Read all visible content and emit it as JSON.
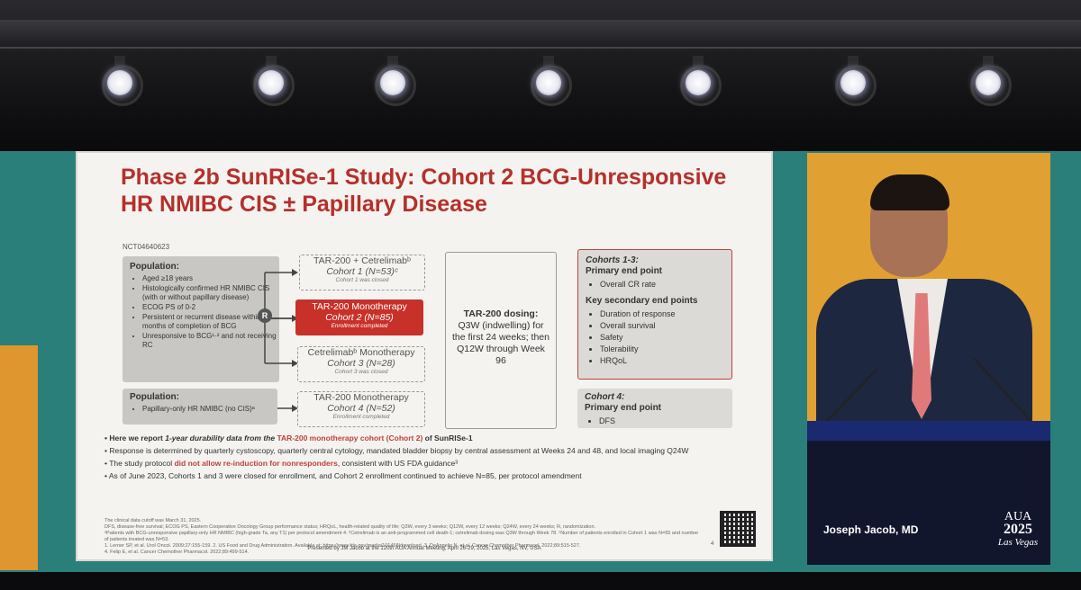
{
  "slide": {
    "title_line1": "Phase 2b SunRISe-1 Study: Cohort 2 BCG-Unresponsive",
    "title_line2": "HR NMIBC CIS ± Papillary Disease",
    "nct": "NCT04640623",
    "population1": {
      "title": "Population:",
      "items": [
        "Aged ≥18 years",
        "Histologically confirmed HR NMIBC CIS (with or without papillary disease)",
        "ECOG PS of 0-2",
        "Persistent or recurrent disease within 12 months of completion of BCG",
        "Unresponsive to BCG¹·² and not receiving RC"
      ]
    },
    "population2": {
      "title": "Population:",
      "items": [
        "Papillary-only HR NMIBC (no CIS)ᵃ"
      ]
    },
    "randomize_label": "R",
    "arms": [
      {
        "main": "TAR-200 + Cetrelimabᵇ",
        "cohort": "Cohort 1 (N=53)ᶜ",
        "note": "Cohort 1 was closed"
      },
      {
        "main": "TAR-200 Monotherapy",
        "cohort": "Cohort 2 (N=85)",
        "note": "Enrollment completed"
      },
      {
        "main": "Cetrelimabᵇ Monotherapy",
        "cohort": "Cohort 3 (N=28)",
        "note": "Cohort 3 was closed"
      },
      {
        "main": "TAR-200 Monotherapy",
        "cohort": "Cohort 4 (N=52)",
        "note": "Enrollment completed"
      }
    ],
    "dosing": {
      "title": "TAR-200 dosing:",
      "text": "Q3W (indwelling) for the first 24 weeks; then Q12W through Week 96"
    },
    "cohorts13": {
      "head": "Cohorts 1-3:",
      "primary_label": "Primary end point",
      "primary_items": [
        "Overall CR rate"
      ],
      "secondary_label": "Key secondary end points",
      "secondary_items": [
        "Duration of response",
        "Overall survival",
        "Safety",
        "Tolerability",
        "HRQoL"
      ]
    },
    "cohort4": {
      "head": "Cohort 4:",
      "primary_label": "Primary end point",
      "primary_items": [
        "DFS"
      ]
    },
    "bullets": [
      {
        "pre": "Here we report ",
        "it": "1-year durability data from the ",
        "red": "TAR-200 monotherapy cohort (Cohort 2)",
        "post": " of SunRISe-1"
      },
      {
        "text": "Response is determined by quarterly cystoscopy, quarterly central cytology, mandated bladder biopsy by central assessment at Weeks 24 and 48, and local imaging Q24W"
      },
      {
        "pre": "The study protocol ",
        "red": "did not allow re-induction for nonresponders",
        "post": ", consistent with US FDA guidance³"
      },
      {
        "text": "As of June 2023, Cohorts 1 and 3 were closed for enrollment, and Cohort 2 enrollment continued to achieve N=85, per protocol amendment"
      }
    ],
    "footnotes": [
      "The clinical data cutoff was March 31, 2025.",
      "DFS, disease-free survival; ECOG PS, Eastern Cooperative Oncology Group performance status; HRQoL, health-related quality of life; Q3W, every 3 weeks; Q12W, every 12 weeks; Q24W, every 24 weeks; R, randomization.",
      "ᵃPatients with BCG-unresponsive papillary-only HR NMIBC (high-grade Ta, any T1) per protocol amendment 4. ᵇCetrelimab is an anti-programmed cell death-1; cetrelimab dosing was Q3W through Week 78. ᶜNumber of patients enrolled in Cohort 1 was N=55 and number of patients treated was N=53.",
      "1. Lerner SP, et al. Urol Oncol. 2009;27:155-159. 2. US Food and Drug Administration. Available at: https://www.fda.gov/media/101468/download. 3. DeAngelis N, et al. Cancer Chemother Pharmacol. 2022;89:515-527.",
      "4. Felip E, et al. Cancer Chemother Pharmacol. 2022;89:499-514."
    ],
    "page_number": "4",
    "presented_by": "Presented by JM Jacob at the 120th AUA Annual Meeting; April 26-29, 2025; Las Vegas, NV, USA"
  },
  "video": {
    "speaker_name": "Joseph Jacob, MD",
    "logo_line1": "AUA",
    "logo_line2": "2025",
    "logo_line3": "Las Vegas"
  }
}
